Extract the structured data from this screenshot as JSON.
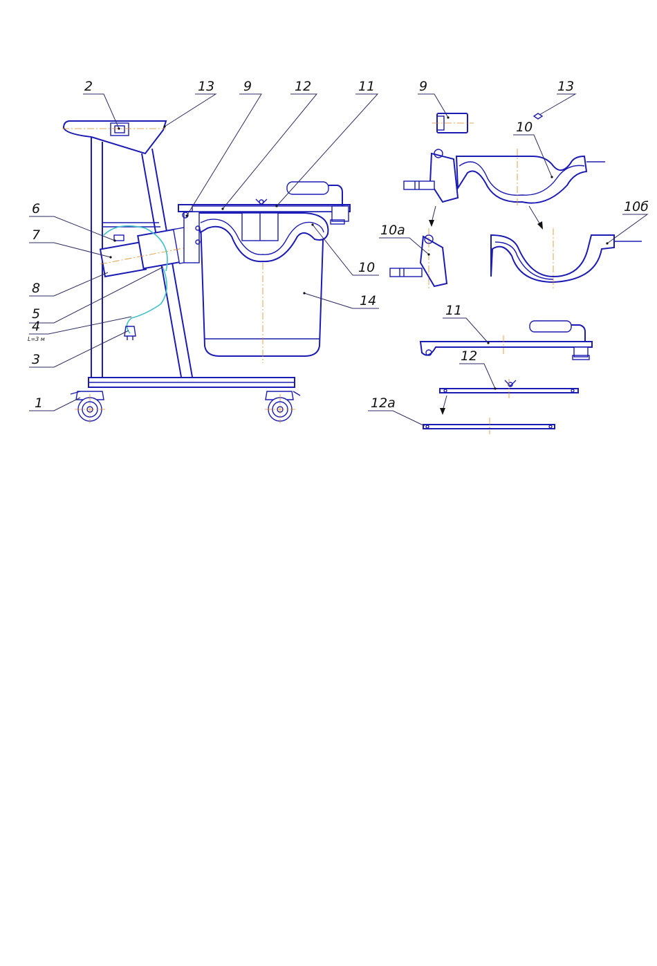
{
  "labels": {
    "l1": "1",
    "l2": "2",
    "l3": "3",
    "l4": "4",
    "l4sub": "L=3 м",
    "l5": "5",
    "l6": "6",
    "l7": "7",
    "l8": "8",
    "l9": "9",
    "l10": "10",
    "l11": "11",
    "l12": "12",
    "l13": "13",
    "l14": "14",
    "d9": "9",
    "d13": "13",
    "d10": "10",
    "d10a": "10а",
    "d10b": "10б",
    "d11": "11",
    "d12": "12",
    "d12a": "12а"
  },
  "colors": {
    "outline": "#1a1ab4",
    "axis": "#e08a1e",
    "cable": "#3ec0c8"
  }
}
